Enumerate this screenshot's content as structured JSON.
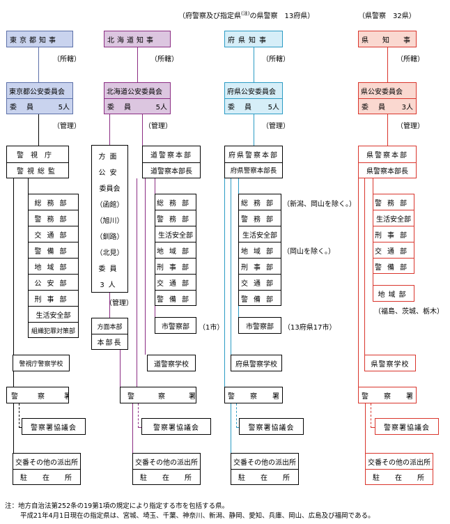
{
  "colors": {
    "tokyo": "#5b6fa8",
    "hokkaido": "#8b2c83",
    "fuken": "#2b9bc4",
    "ken": "#d9342b",
    "tokyo_fill": "#c9d3ee",
    "hokkaido_fill": "#dcc6e0",
    "fuken_fill": "#d6eef8",
    "ken_fill": "#fad8d0"
  },
  "headers": {
    "fuken": "（府警察及び指定県",
    "note_mark": "(注)",
    "fuken2": "の県警察　13府県）",
    "ken": "（県警察　32県）"
  },
  "labels": {
    "shokatsu": "（所轄）",
    "kanri": "（管理）"
  },
  "tokyo": {
    "head": "東京都知事",
    "commission": "東京都公安委員会",
    "members_label": "委員",
    "members": "5人",
    "hq": "警視庁",
    "chief": "警視総監",
    "depts": [
      "総務部",
      "警務部",
      "交通部",
      "警備部",
      "地域部",
      "公安部",
      "刑事部",
      "生活安全部",
      "組織犯罪対策部"
    ],
    "school": "警視庁警察学校",
    "station": "警察署",
    "council": "警察署協議会",
    "koban": "交番その他の派出所",
    "chuzai": "駐在所"
  },
  "hokkaido": {
    "head": "北海道知事",
    "commission": "北海道公安委員会",
    "members_label": "委員",
    "members": "5人",
    "area_commission": [
      "方面",
      "公安",
      "委員会",
      "（函館）",
      "（旭川）",
      "（釧路）",
      "（北見）",
      "委員",
      "3人"
    ],
    "area_hq": "方面本部",
    "area_chief": "本部長",
    "hq": "道警察本部",
    "chief": "道警察本部長",
    "depts": [
      "総務部",
      "警務部",
      "生活安全部",
      "地域部",
      "刑事部",
      "交通部",
      "警備部"
    ],
    "city": "市警察部",
    "city_note": "（1市）",
    "school": "道警察学校",
    "station": "警察署",
    "council": "警察署協議会",
    "koban": "交番その他の派出所",
    "chuzai": "駐在所"
  },
  "fuken": {
    "head": "府県知事",
    "commission": "府県公安委員会",
    "members_label": "委員",
    "members": "5人",
    "hq": "府県警察本部",
    "chief": "府県警察本部長",
    "depts": [
      "総務部",
      "警務部",
      "生活安全部",
      "地域部",
      "刑事部",
      "交通部",
      "警備部"
    ],
    "note_soumu": "（新潟、岡山を除く。）",
    "note_chiiki": "（岡山を除く。）",
    "city": "市警察部",
    "city_note": "（13府県17市）",
    "school": "府県警察学校",
    "station": "警察署",
    "council": "警察署協議会",
    "koban": "交番その他の派出所",
    "chuzai": "駐在所"
  },
  "ken": {
    "head": "県知事",
    "commission": "県公安委員会",
    "members_label": "委員",
    "members": "3人",
    "hq": "県警察本部",
    "chief": "県警察本部長",
    "depts": [
      "警務部",
      "生活安全部",
      "刑事部",
      "交通部",
      "警備部"
    ],
    "chiiki": "地域部",
    "chiiki_note": "（福島、茨城、栃木）",
    "school": "県警察学校",
    "station": "警察署",
    "council": "警察署協議会",
    "koban": "交番その他の派出所",
    "chuzai": "駐在所"
  },
  "footnote": {
    "line1": "注：地方自治法第252条の19第1項の規定により指定する市を包括する県。",
    "line2": "平成21年4月1日現在の指定県は、宮城、埼玉、千葉、神奈川、新潟、静岡、愛知、兵庫、岡山、広島及び福岡である。"
  }
}
